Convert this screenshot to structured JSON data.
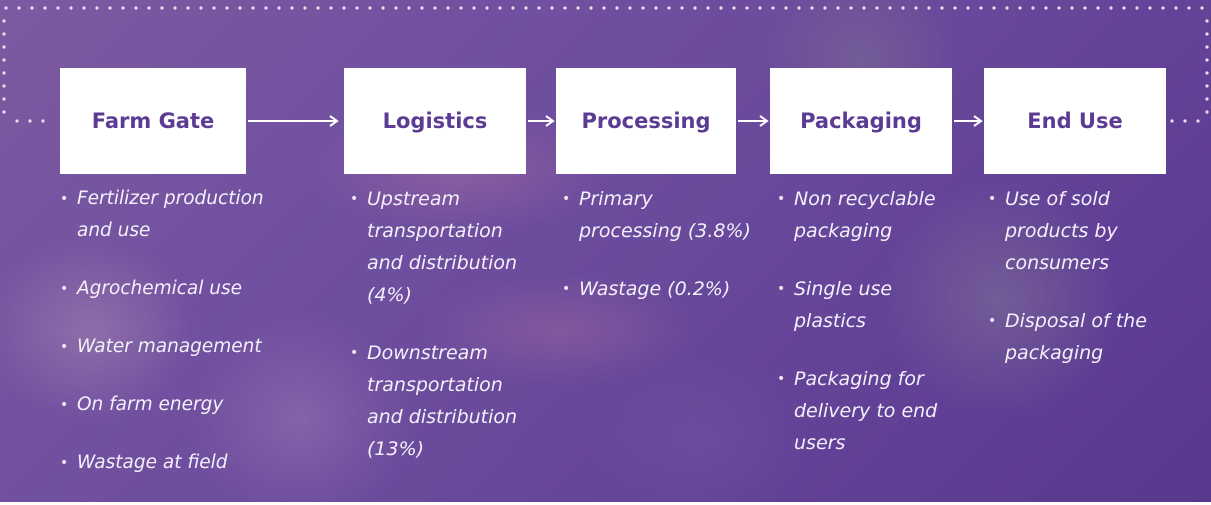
{
  "stages": [
    {
      "label": "Farm Gate",
      "items": [
        "Fertilizer production and use",
        "Agrochemical use",
        "Water management",
        "On farm energy",
        "Wastage at field"
      ]
    },
    {
      "label": "Logistics",
      "items": [
        "Upstream transportation and distribution (4%)",
        "Downstream transportation and distribution (13%)"
      ]
    },
    {
      "label": "Processing",
      "items": [
        "Primary processing (3.8%)",
        "Wastage (0.2%)"
      ]
    },
    {
      "label": "Packaging",
      "items": [
        "Non recyclable packaging",
        "Single use plastics",
        "Packaging for delivery to end users"
      ]
    },
    {
      "label": "End Use",
      "items": [
        "Use of sold products by consumers",
        "Disposal of the packaging"
      ]
    }
  ],
  "colors": {
    "accent": "#5b3b93",
    "box": "#ffffff",
    "text": "#f4f0fa",
    "dots": "#e8e0f2"
  }
}
